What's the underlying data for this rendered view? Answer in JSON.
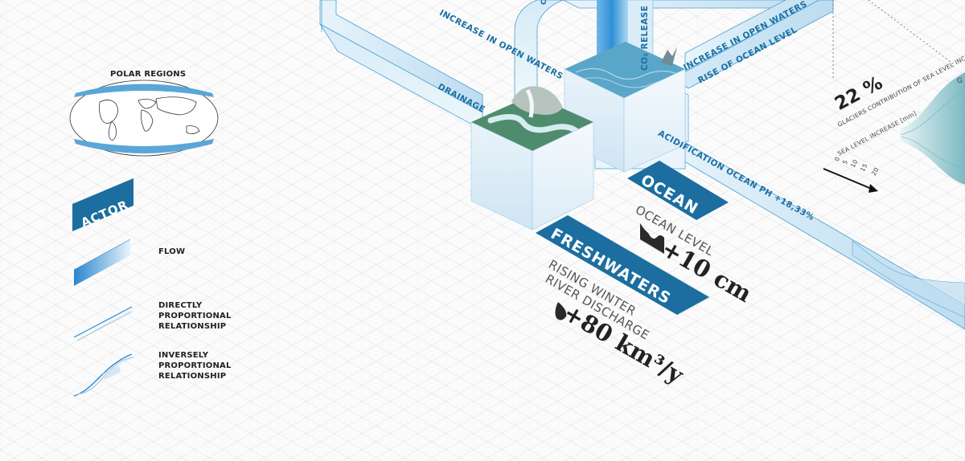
{
  "legend": {
    "map_title": "POLAR REGIONS",
    "actor_label": "ACTOR",
    "flow_label": "FLOW",
    "direct_label": [
      "DIRECTLY",
      "PROPORTIONAL",
      "RELATIONSHIP"
    ],
    "inverse_label": [
      "INVERSELY",
      "PROPORTIONAL",
      "RELATIONSHIP"
    ]
  },
  "flows": {
    "increase_open_waters_left": "INCREASE IN OPEN WATERS",
    "drainage": "DRAINAGE",
    "co_top": "CO",
    "co2_release": "CO₂ RELEASE",
    "increase_open_waters_right": "INCREASE IN OPEN WATERS",
    "rise_ocean_level": "RISE OF OCEAN LEVEL",
    "acidification": "ACIDIFICATION OCEAN PH +18,33%"
  },
  "actors": {
    "ocean": "OCEAN",
    "freshwaters": "FRESHWATERS"
  },
  "metrics": {
    "ocean_caption": "OCEAN LEVEL",
    "ocean_value": "+10 cm",
    "fresh_caption_1": "RISING WINTER",
    "fresh_caption_2": "RIVER DISCHARGE",
    "fresh_value": "+80 km³/y"
  },
  "glaciers": {
    "percent": "22 %",
    "caption": "GLACIERS CONTRIBUTION OF SEA LEVEL INCREASE",
    "axis_label": "SEA LEVEL INCREASE [mm]",
    "ticks": [
      "0",
      "5",
      "10",
      "15",
      "20"
    ],
    "edge_label": "G"
  },
  "colors": {
    "accent": "#1b7db4",
    "label_box": "#1b6e9f",
    "band_light": "#cfe6f4",
    "band_mid": "#8fc4e6",
    "grass": "#4f8c6d",
    "water": "#5aa6c8"
  }
}
